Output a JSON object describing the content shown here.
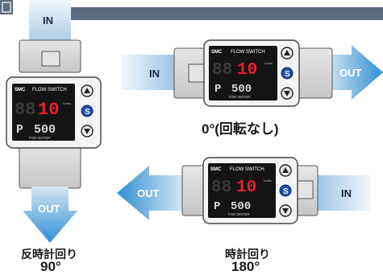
{
  "device": {
    "brand": "SMC",
    "model_label": "FLOW SWITCH",
    "display_value": "10",
    "display_unit": "L/min",
    "setting_prefix": "P",
    "setting_value": "500",
    "footer_label": "FOR WATER",
    "set_button_label": "S"
  },
  "flow_labels": {
    "in": "IN",
    "out": "OUT"
  },
  "orientations": [
    {
      "id": "rot-0",
      "caption_jp": "0°(回転なし)",
      "caption_deg": ""
    },
    {
      "id": "rot-90",
      "caption_jp": "反時計回り",
      "caption_deg": "90°"
    },
    {
      "id": "rot-180",
      "caption_jp": "時計回り",
      "caption_deg": "180°"
    }
  ],
  "colors": {
    "header_band": "#5b6b80",
    "arrow_blue": "#3a97d6",
    "arrow_light": "#b6d3ea",
    "body_gray": "#d3d3d3",
    "display_red": "#e8202a",
    "display_bg": "#141414"
  }
}
